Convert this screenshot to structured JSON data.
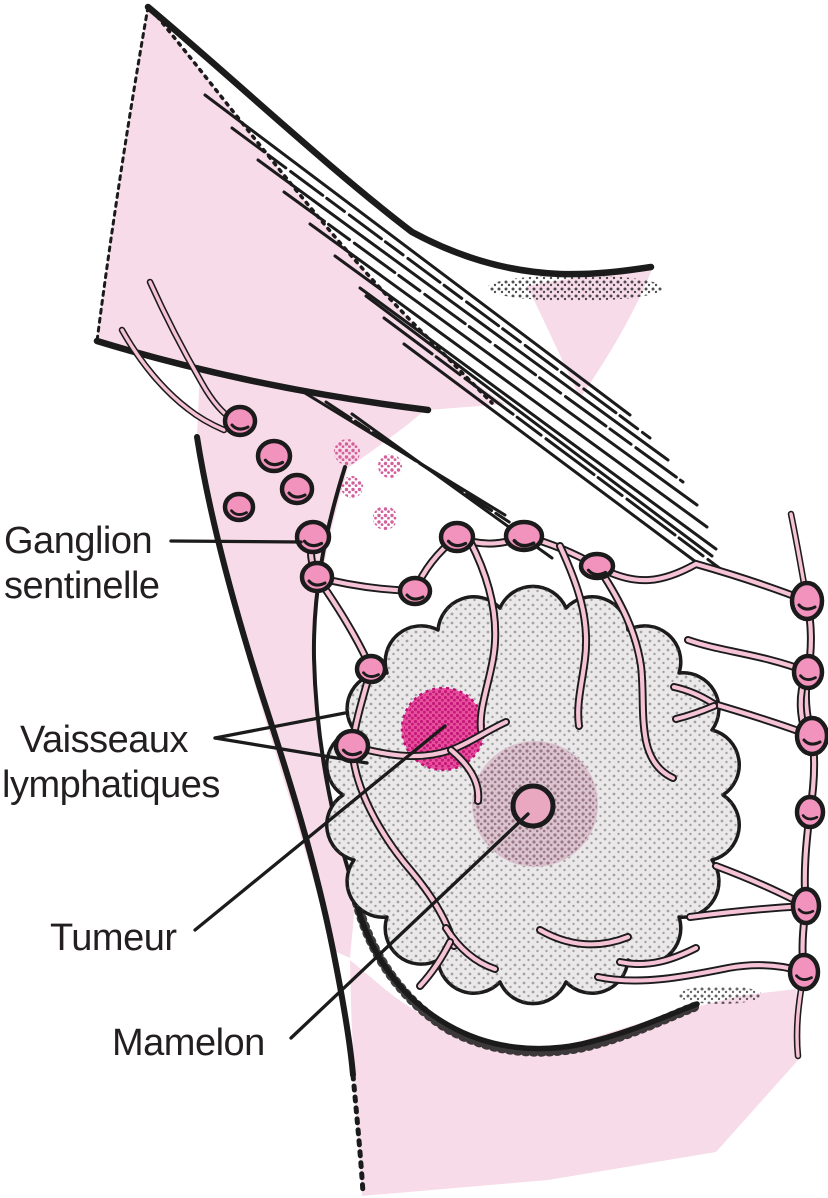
{
  "figure": {
    "kind": "anatomical line illustration",
    "language": "fr"
  },
  "labels": {
    "ganglion": {
      "line1": "Ganglion",
      "line2": "sentinelle"
    },
    "vaisseaux": {
      "line1": "Vaisseaux",
      "line2": "lymphatiques"
    },
    "tumeur": {
      "text": "Tumeur"
    },
    "mamelon": {
      "text": "Mamelon"
    }
  },
  "colors": {
    "ink": "#1b1b1b",
    "body_pink": "#F8DBE8",
    "node_pink": "#F193BC",
    "vessel_pink": "#F5C2D6",
    "gland_gray": "#EAE8E9",
    "gland_dot": "#5E5A5C",
    "areola_base": "#DBC4CE",
    "areola_dot": "#93707F",
    "tumor_pink": "#E7519C",
    "tumor_dot": "#BE0E74",
    "cluster_dot": "#D35F9B"
  }
}
